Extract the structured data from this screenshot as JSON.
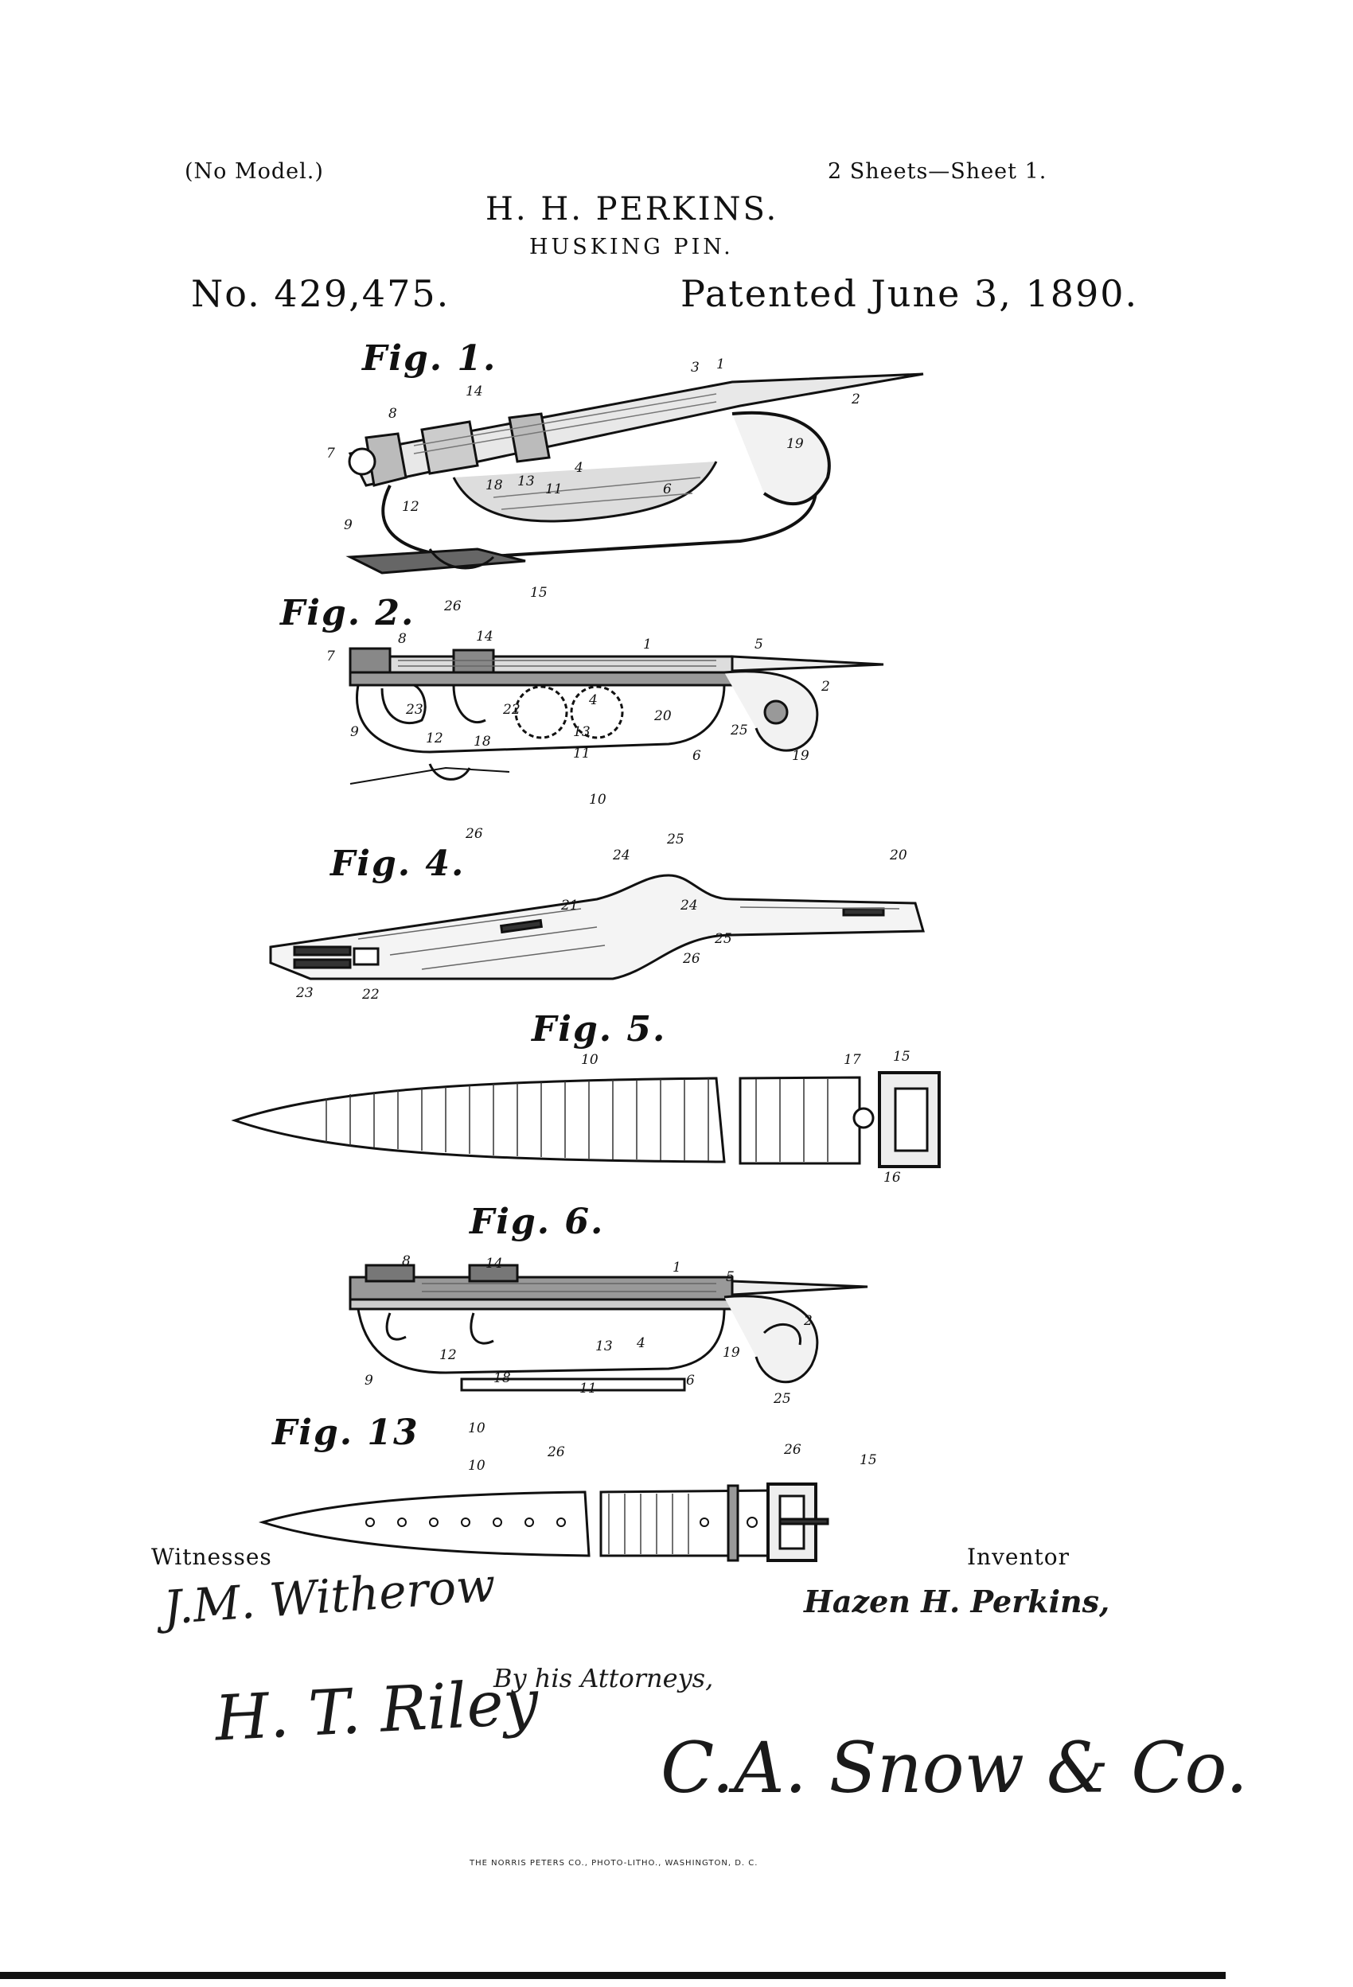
{
  "header": {
    "model": "(No Model.)",
    "sheets": "2 Sheets—Sheet 1.",
    "inventor_name": "H. H. PERKINS.",
    "title": "HUSKING PIN.",
    "patent_no": "No. 429,475.",
    "patented": "Patented June 3, 1890."
  },
  "figures": {
    "fig1": {
      "label": "Fig. 1.",
      "refs": [
        "14",
        "8",
        "7",
        "3",
        "1",
        "2",
        "19",
        "12",
        "18",
        "13",
        "11",
        "4",
        "6",
        "9",
        "26",
        "15"
      ]
    },
    "fig2": {
      "label": "Fig. 2.",
      "refs": [
        "8",
        "14",
        "1",
        "5",
        "7",
        "2",
        "23",
        "22",
        "4",
        "20",
        "9",
        "12",
        "18",
        "13",
        "11",
        "6",
        "25",
        "19",
        "10",
        "26"
      ]
    },
    "fig4": {
      "label": "Fig. 4.",
      "refs": [
        "25",
        "24",
        "20",
        "21",
        "24",
        "25",
        "26",
        "23",
        "22"
      ]
    },
    "fig5": {
      "label": "Fig. 5.",
      "refs": [
        "10",
        "17",
        "15",
        "16"
      ]
    },
    "fig6": {
      "label": "Fig. 6.",
      "refs": [
        "8",
        "14",
        "1",
        "5",
        "2",
        "12",
        "13",
        "4",
        "19",
        "9",
        "18",
        "11",
        "6",
        "25",
        "10",
        "26"
      ]
    },
    "fig13": {
      "label": "Fig. 13",
      "refs": [
        "10",
        "26",
        "15"
      ]
    }
  },
  "footer": {
    "witnesses_label": "Witnesses",
    "witness1": "J.M. Witherow",
    "witness2": "H. T. Riley",
    "inventor_label": "Inventor",
    "inventor_sig": "Hazen H. Perkins,",
    "by_attorneys": "By his Attorneys,",
    "attorney_sig": "C.A. Snow & Co.",
    "printer": "THE NORRIS PETERS CO., PHOTO-LITHO., WASHINGTON, D. C."
  }
}
